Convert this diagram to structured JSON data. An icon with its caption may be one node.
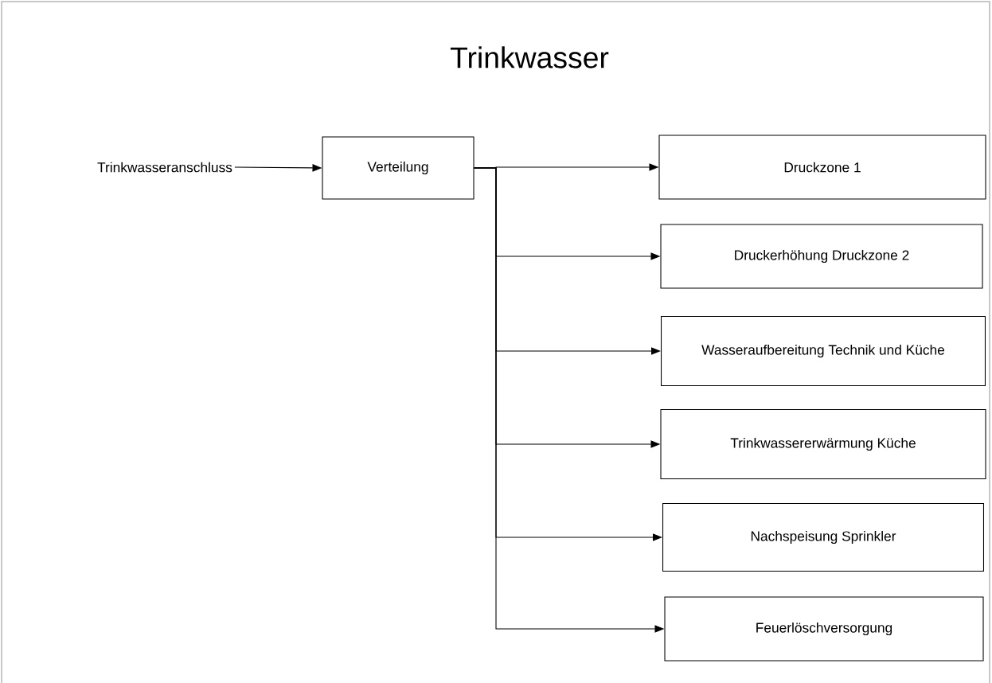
{
  "diagram": {
    "title": "Trinkwasser",
    "nodes": [
      {
        "text": [
          "Trinkwasseranschluss"
        ]
      },
      {
        "text": [
          "Verteilung"
        ]
      },
      {
        "text": [
          "Druckzone 1"
        ]
      },
      {
        "text": [
          "Druckerhöhung Druckzone 2"
        ]
      },
      {
        "text": [
          "Wasseraufbereitung Technik und Küche"
        ]
      },
      {
        "text": [
          "Trinkwassererwärmung Küche"
        ]
      },
      {
        "text": [
          "Nachspeisung Sprinkler"
        ]
      },
      {
        "text": [
          "Feuerlöschversorgung"
        ]
      }
    ],
    "edges": [
      {
        "from": 0,
        "to": 1,
        "arrow": "to"
      },
      {
        "from": 1,
        "to": 2,
        "arrow": "to"
      },
      {
        "from": 1,
        "to": 3,
        "arrow": "to"
      },
      {
        "from": 1,
        "to": 4,
        "arrow": "to"
      },
      {
        "from": 1,
        "to": 5,
        "arrow": "to"
      },
      {
        "from": 1,
        "to": 6,
        "arrow": "to"
      },
      {
        "from": 1,
        "to": 7,
        "arrow": "to"
      }
    ]
  }
}
